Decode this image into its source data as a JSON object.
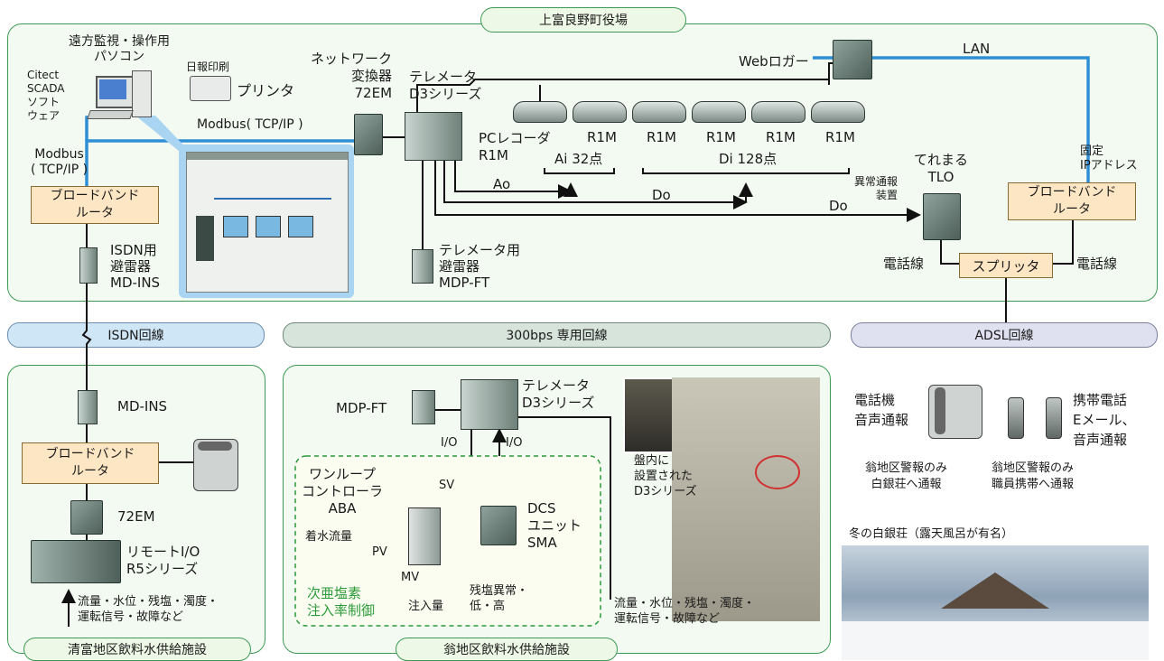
{
  "sections": {
    "top_title": "上富良野町役場",
    "isdn": "ISDN回線",
    "dedicated": "300bps 専用回線",
    "adsl": "ADSL回線",
    "kiyotomi": "清富地区飲料水供給施設",
    "okina": "翁地区飲料水供給施設"
  },
  "top": {
    "pc_label": "遠方監視・操作用\nパソコン",
    "citect": "Citect\nSCADA\nソフト\nウェア",
    "printer_small": "日報印刷",
    "printer": "プリンタ",
    "converter": "ネットワーク\n変換器\n72EM",
    "telemeter": "テレメータ\nD3シリーズ",
    "modbus_top": "Modbus( TCP/IP )",
    "modbus_left": "Modbus\n( TCP/IP )",
    "router": "ブロードバンド\nルータ",
    "isdn_arrester": "ISDN用\n避雷器\nMD-INS",
    "tele_arrester": "テレメータ用\n避雷器\nMDP-FT",
    "pc_recorder": "PCレコーダ\nR1M",
    "r1m": [
      "R1M",
      "R1M",
      "R1M",
      "R1M",
      "R1M"
    ],
    "ai": "Ai 32点",
    "di": "Di 128点",
    "ao": "Ao",
    "do1": "Do",
    "do2": "Do",
    "web_logger": "Webロガー",
    "lan": "LAN",
    "fixed_ip": "固定\nIPアドレス",
    "telemaru": "てれまる\nTLO",
    "alarm_device": "異常通報\n装置",
    "splitter": "スプリッタ",
    "phone_line_left": "電話線",
    "phone_line_right": "電話線"
  },
  "kiyotomi": {
    "md_ins": "MD-INS",
    "router": "ブロードバンド\nルータ",
    "em72": "72EM",
    "remote_io": "リモートI/O\nR5シリーズ",
    "signals": "流量・水位・残塩・濁度・\n運転信号・故障など"
  },
  "okina": {
    "mdp_ft": "MDP-FT",
    "telemeter": "テレメータ\nD3シリーズ",
    "io_left": "I/O",
    "io_right": "I/O",
    "sv": "SV",
    "controller": "ワンループ\nコントローラ\nABA",
    "inflow": "着水流量",
    "pv": "PV",
    "mv": "MV",
    "injection": "注入量",
    "dcs": "DCS\nユニット\nSMA",
    "residual": "残塩異常・\n低・高",
    "control_title": "次亜塩素\n注入率制御",
    "panel_caption": "盤内に\n設置された\nD3シリーズ",
    "signals": "流量・水位・残塩・濁度・\n運転信号・故障など"
  },
  "adsl": {
    "phone_label": "電話機\n音声通報",
    "mobile_label": "携帯電話\nEメール、\n音声通報",
    "note_left": "翁地区警報のみ\n白銀荘へ通報",
    "note_right": "翁地区警報のみ\n職員携帯へ通報",
    "photo_caption": "冬の白銀荘（露天風呂が有名）"
  },
  "colors": {
    "panel_border": "#3e9a57",
    "panel_fill": "#f3faf1",
    "isdn_band": "#cfe6f6",
    "dedicated_band": "#d6e4dc",
    "adsl_band": "#dfe1f0",
    "router_fill": "#fde6c4",
    "network_blue": "#2f8fd6",
    "control_green": "#2b9a3a"
  }
}
